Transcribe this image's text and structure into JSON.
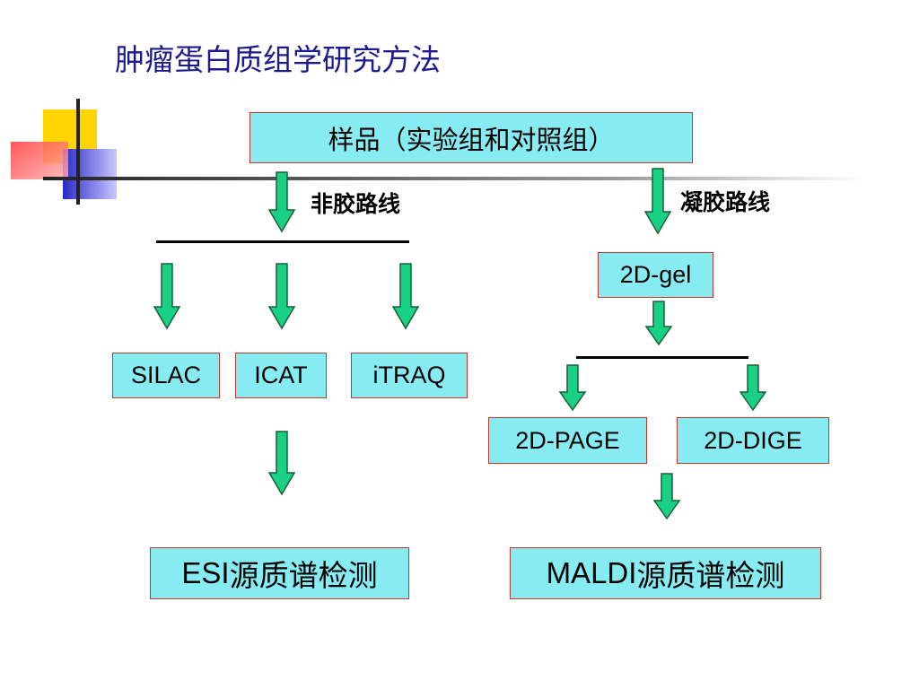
{
  "title": "肿瘤蛋白质组学研究方法",
  "sample_box": "样品（实验组和对照组）",
  "route_non_gel": "非胶路线",
  "route_gel": "凝胶路线",
  "methods": {
    "silac": "SILAC",
    "icat": "ICAT",
    "itraq": "iTRAQ",
    "gel": "2D-gel",
    "page": "2D-PAGE",
    "dige": "2D-DIGE"
  },
  "detection": {
    "esi_prefix": "ESI",
    "esi_suffix": "源质谱检测",
    "maldi_prefix": "MALDI",
    "maldi_suffix": "源质谱检测"
  },
  "colors": {
    "box_fill": "#87ecf2",
    "box_border": "#c0392b",
    "arrow_fill": "#19d185",
    "title_color": "#1d1a8e"
  }
}
